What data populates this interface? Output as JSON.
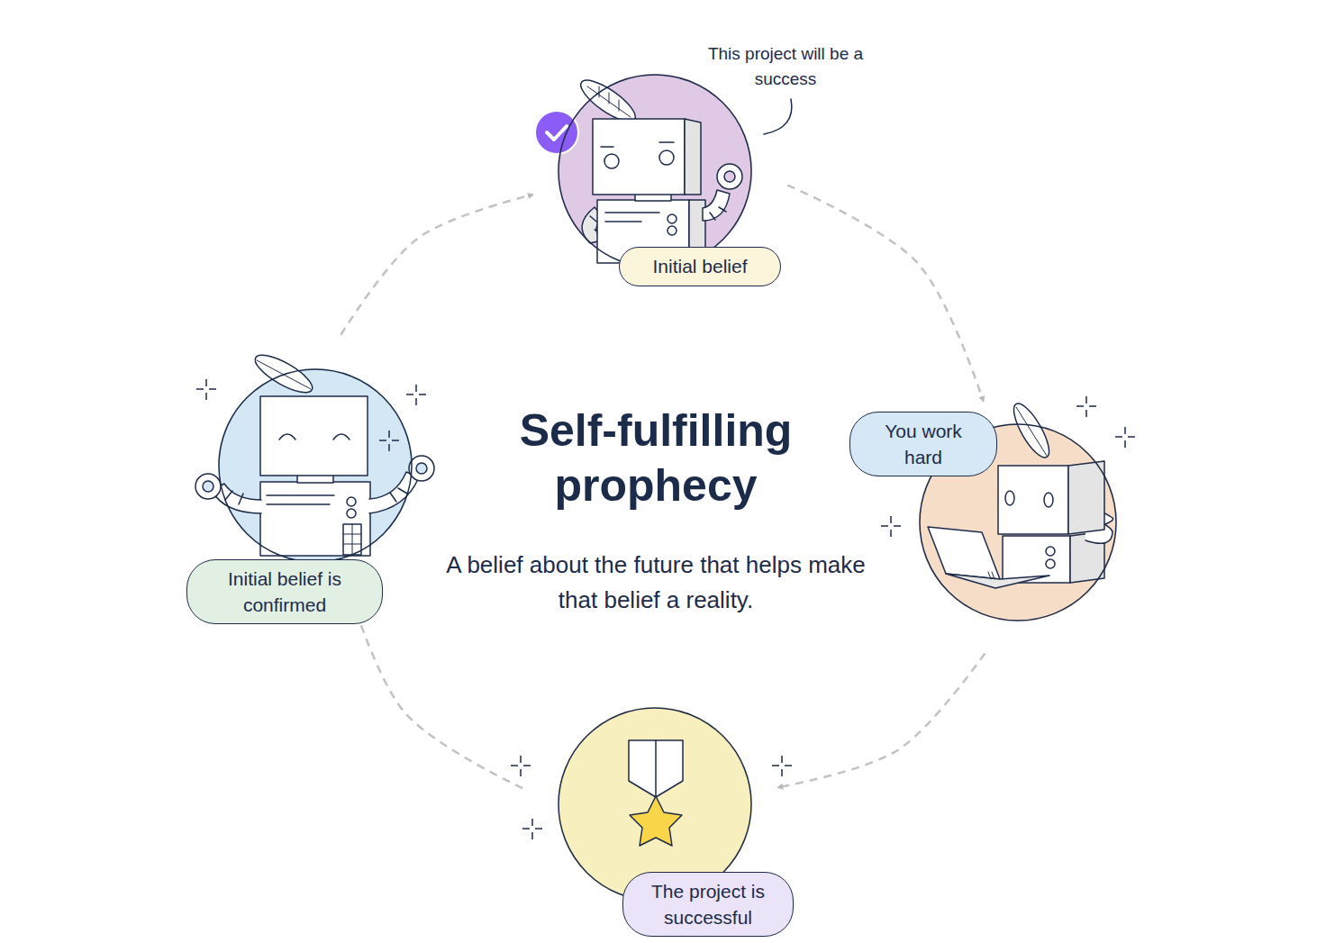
{
  "diagram": {
    "title": "Self-fulfilling prophecy",
    "caption": "A belief about the future that helps make that belief a reality.",
    "nodes": [
      {
        "text": [
          "Initial belief"
        ]
      },
      {
        "text": [
          "You work hard"
        ]
      },
      {
        "text": [
          "The project is successful"
        ]
      },
      {
        "text": [
          "Initial belief is confirmed"
        ]
      }
    ],
    "edges": [
      {
        "from": 0,
        "to": 1,
        "arrow": "to"
      },
      {
        "from": 1,
        "to": 2,
        "arrow": "to"
      },
      {
        "from": 2,
        "to": 3,
        "arrow": "to"
      },
      {
        "from": 3,
        "to": 0,
        "arrow": "to"
      }
    ],
    "labels": [
      "This project will be a success"
    ]
  }
}
